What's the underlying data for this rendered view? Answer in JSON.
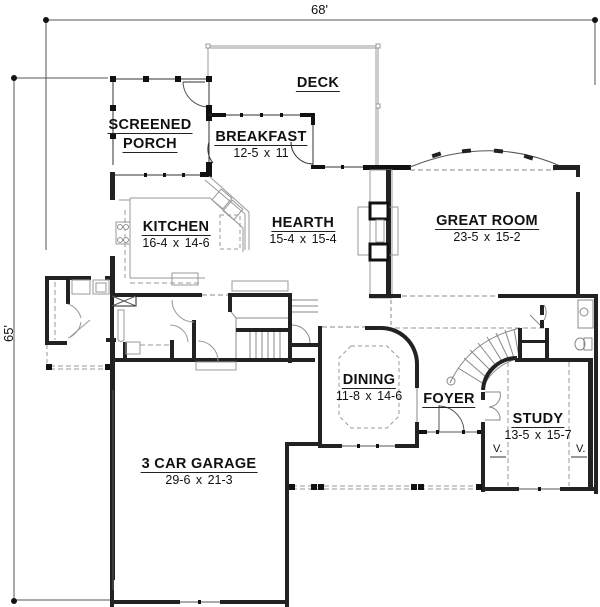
{
  "plan": {
    "overall_width": "68'",
    "overall_depth": "65'",
    "vault_marker": "V."
  },
  "rooms": {
    "deck": {
      "name": "DECK",
      "dim": ""
    },
    "screened_porch": {
      "name": "SCREENED",
      "name2": "PORCH",
      "dim": ""
    },
    "breakfast": {
      "name": "BREAKFAST",
      "dim": "12-5 x 11"
    },
    "kitchen": {
      "name": "KITCHEN",
      "dim": "16-4 x 14-6"
    },
    "hearth": {
      "name": "HEARTH",
      "dim": "15-4 x 15-4"
    },
    "great_room": {
      "name": "GREAT ROOM",
      "dim": "23-5 x 15-2"
    },
    "dining": {
      "name": "DINING",
      "dim": "11-8 x 14-6"
    },
    "foyer": {
      "name": "FOYER",
      "dim": ""
    },
    "study": {
      "name": "STUDY",
      "dim": "13-5 x 15-7"
    },
    "garage": {
      "name": "3 CAR GARAGE",
      "dim": "29-6 x 21-3"
    }
  },
  "colors": {
    "wall": "#1a1a1a",
    "line": "#555555",
    "dashed": "#888888",
    "background": "#ffffff"
  }
}
